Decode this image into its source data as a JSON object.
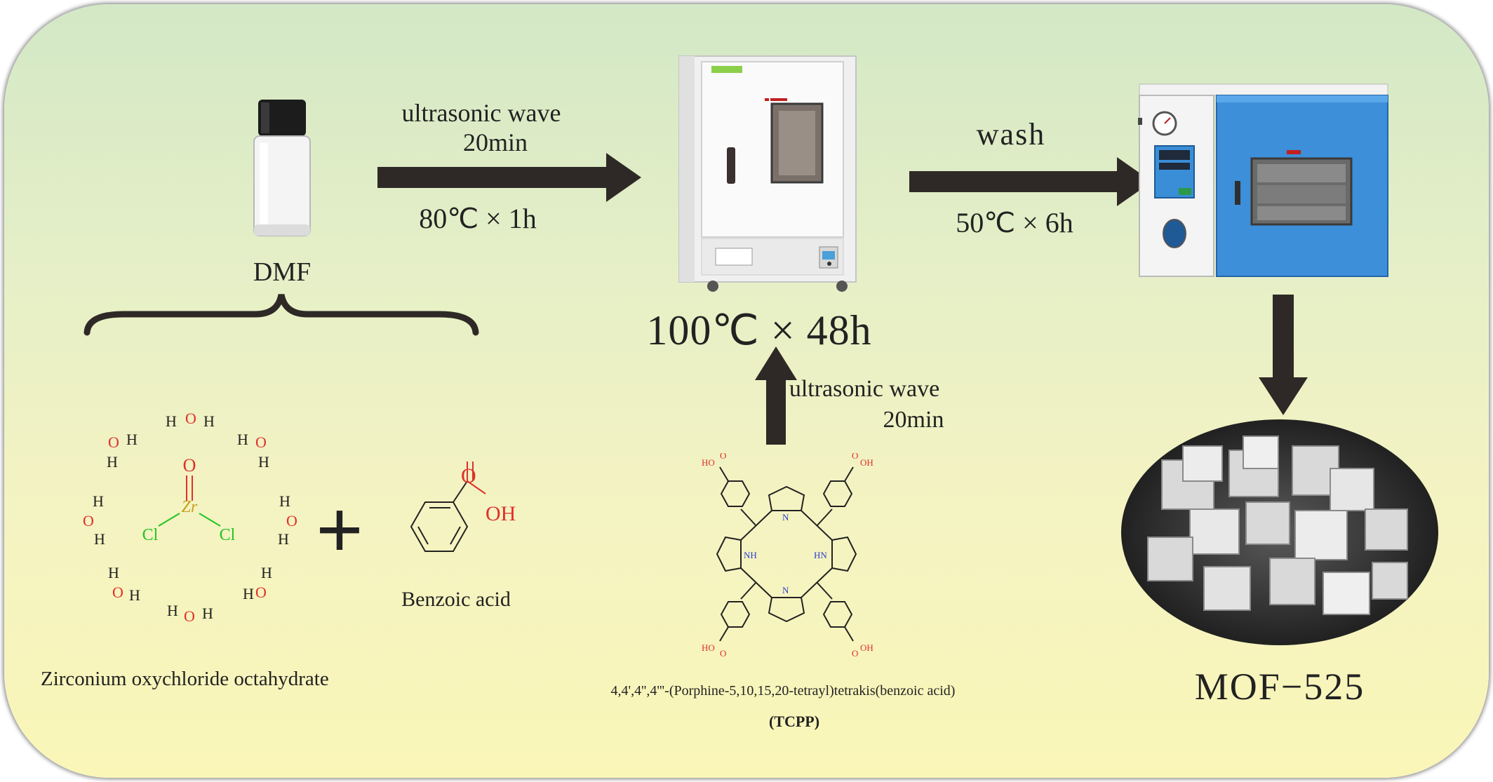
{
  "steps": {
    "step1_top": "ultrasonic wave",
    "step1_time": "20min",
    "step1_bottom": "80℃ × 1h",
    "step2_top": "wash",
    "step2_bottom": "50℃ × 6h",
    "step3_top": "ultrasonic wave",
    "step3_time": "20min"
  },
  "labels": {
    "dmf": "DMF",
    "oven_condition": "100℃ × 48h",
    "zr_name": "Zirconium oxychloride octahydrate",
    "benzoic_name": "Benzoic acid",
    "tcpp_name": "4,4',4'',4'''-(Porphine-5,10,15,20-tetrayl)tetrakis(benzoic acid)",
    "tcpp_abbr": "(TCPP)",
    "product": "MOF−525",
    "plus": "+"
  },
  "chem": {
    "oh": "OH",
    "o": "O",
    "h": "H",
    "zr": "Zr",
    "cl": "Cl",
    "ho": "HO",
    "nh": "NH",
    "hn": "HN",
    "n": "N"
  },
  "colors": {
    "arrow": "#2e2926",
    "oxygen": "#e0302a",
    "chlorine": "#22c422",
    "zirconium": "#c8a020",
    "nitrogen": "#2a3cd0"
  }
}
